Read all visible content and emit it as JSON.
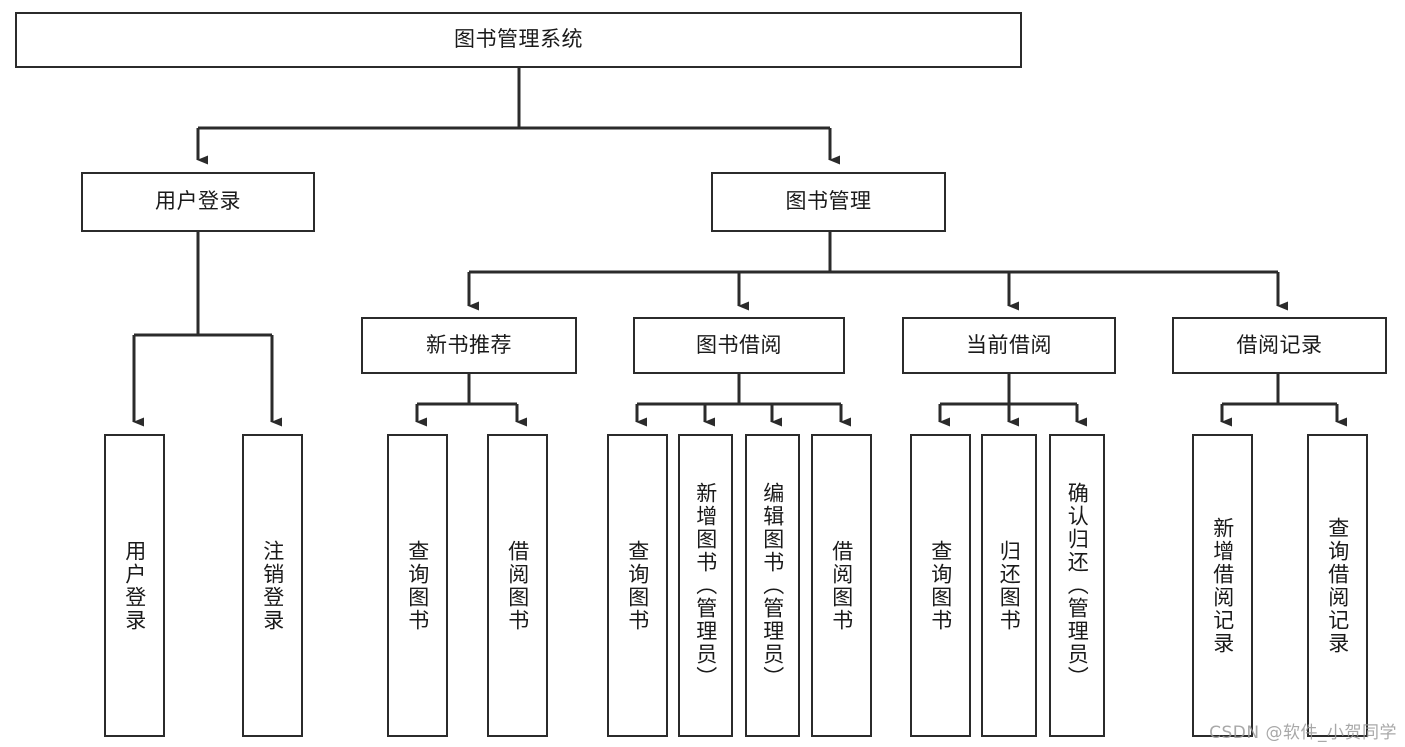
{
  "diagram": {
    "title": "图书管理系统",
    "type": "tree-hierarchy",
    "watermark": "CSDN @软件_小贺同学",
    "colors": {
      "box_border": "#2b2b2b",
      "box_fill": "#ffffff",
      "connector": "#2b2b2b",
      "text": "#1a1a1a",
      "watermark": "#9a9a9a"
    },
    "root": {
      "label": "图书管理系统"
    },
    "level2": [
      {
        "id": "user-login",
        "label": "用户登录"
      },
      {
        "id": "book-manage",
        "label": "图书管理"
      }
    ],
    "level3": [
      {
        "id": "new-book-recommend",
        "label": "新书推荐",
        "parent": "book-manage"
      },
      {
        "id": "book-borrow",
        "label": "图书借阅",
        "parent": "book-manage"
      },
      {
        "id": "current-borrow",
        "label": "当前借阅",
        "parent": "book-manage"
      },
      {
        "id": "borrow-record",
        "label": "借阅记录",
        "parent": "book-manage"
      }
    ],
    "leaves": {
      "user-login": [
        {
          "id": "leaf-user-login",
          "label": "用户登录"
        },
        {
          "id": "leaf-logout-login",
          "label": "注销登录"
        }
      ],
      "new-book-recommend": [
        {
          "id": "leaf-query-book-1",
          "label": "查询图书"
        },
        {
          "id": "leaf-borrow-book-1",
          "label": "借阅图书"
        }
      ],
      "book-borrow": [
        {
          "id": "leaf-query-book-2",
          "label": "查询图书"
        },
        {
          "id": "leaf-add-book",
          "label": "新增图书（管理员）"
        },
        {
          "id": "leaf-edit-book",
          "label": "编辑图书（管理员）"
        },
        {
          "id": "leaf-borrow-book-2",
          "label": "借阅图书"
        }
      ],
      "current-borrow": [
        {
          "id": "leaf-query-book-3",
          "label": "查询图书"
        },
        {
          "id": "leaf-return-book",
          "label": "归还图书"
        },
        {
          "id": "leaf-confirm-return",
          "label": "确认归还（管理员）"
        }
      ],
      "borrow-record": [
        {
          "id": "leaf-add-record",
          "label": "新增借阅记录"
        },
        {
          "id": "leaf-query-record",
          "label": "查询借阅记录"
        }
      ]
    }
  }
}
